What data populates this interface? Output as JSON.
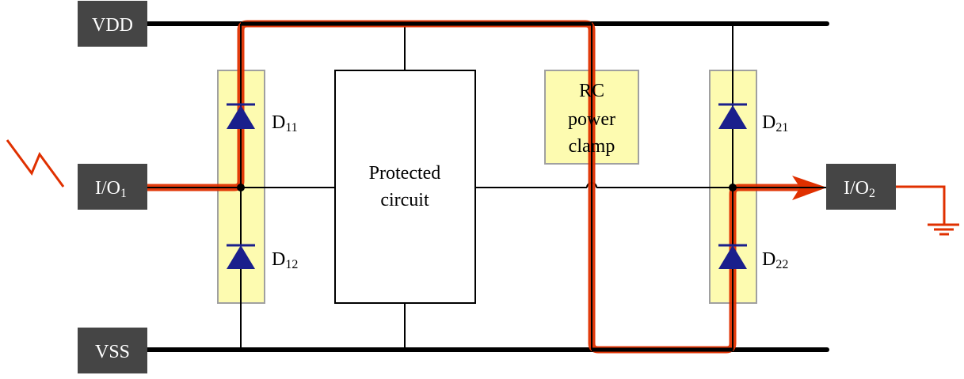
{
  "title": "ESD protection discharge path diagram",
  "terminals": {
    "vdd": "VDD",
    "vss": "VSS",
    "io1": {
      "main": "I/O",
      "sub": "1"
    },
    "io2": {
      "main": "I/O",
      "sub": "2"
    }
  },
  "blocks": {
    "protected_circuit": [
      "Protected",
      "circuit"
    ],
    "rc_clamp": [
      "RC",
      "power",
      "clamp"
    ]
  },
  "diodes": {
    "d11": {
      "main": "D",
      "sub": "11"
    },
    "d12": {
      "main": "D",
      "sub": "12"
    },
    "d21": {
      "main": "D",
      "sub": "21"
    },
    "d22": {
      "main": "D",
      "sub": "22"
    }
  },
  "colors": {
    "terminal_bg": "#454545",
    "rail": "#000000",
    "esd_path": "#e03000",
    "diode": "#1a1f8c",
    "clamp_bg": "#fdfbb0",
    "clamp_border": "#a0a0a0"
  }
}
